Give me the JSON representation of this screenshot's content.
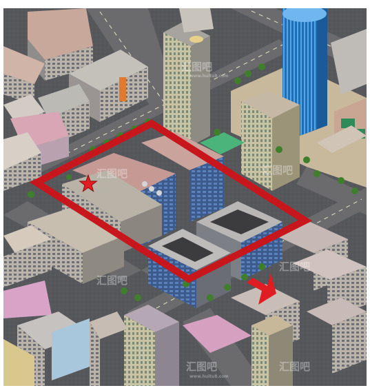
{
  "map": {
    "marker": "star",
    "watermark_text": "汇图吧",
    "watermark_subtext": "www.huitu8.com",
    "colors": {
      "highlight": "#c8161d",
      "ground": "#4e4e50",
      "road": "#6a6a6a",
      "grass": "#5a8a3a"
    }
  }
}
